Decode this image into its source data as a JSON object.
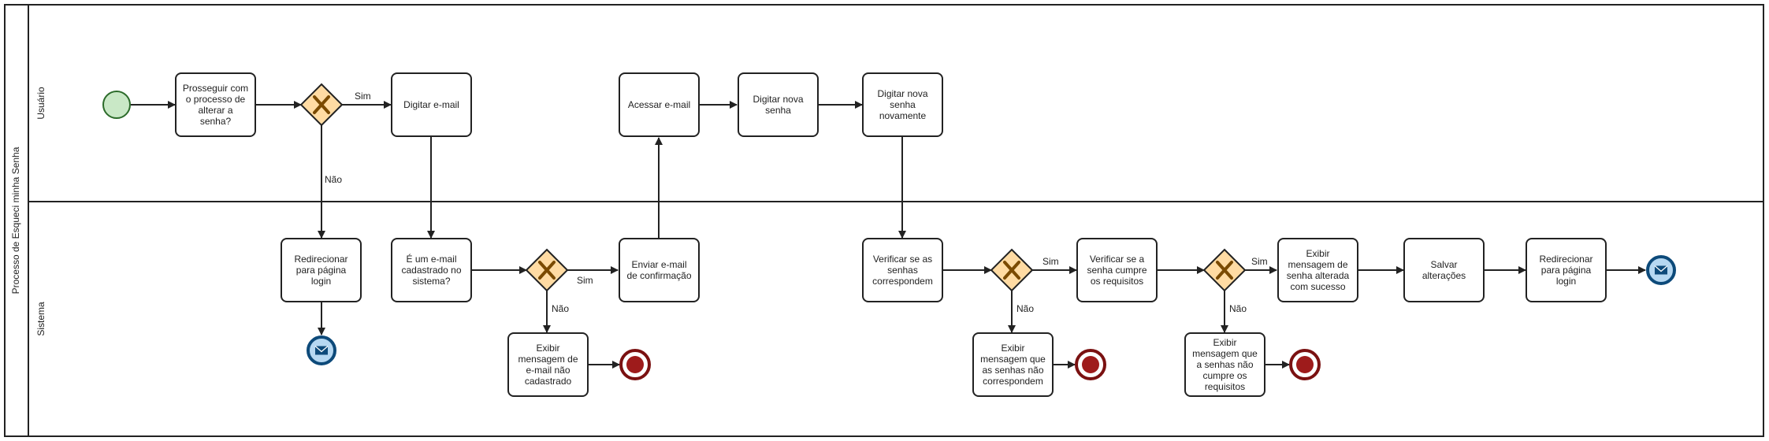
{
  "pool": {
    "label": "Processo de Esqueci minha Senha"
  },
  "lanes": [
    {
      "id": "usuario",
      "label": "Usuário"
    },
    {
      "id": "sistema",
      "label": "Sistema"
    }
  ],
  "tasks": [
    {
      "id": "t1",
      "lines": [
        "Prosseguir com",
        "o processo de",
        "alterar a",
        "senha?"
      ]
    },
    {
      "id": "t2",
      "lines": [
        "Digitar e-mail"
      ]
    },
    {
      "id": "t3",
      "lines": [
        "Acessar e-mail"
      ]
    },
    {
      "id": "t4",
      "lines": [
        "Digitar nova",
        "senha"
      ]
    },
    {
      "id": "t5",
      "lines": [
        "Digitar nova",
        "senha",
        "novamente"
      ]
    },
    {
      "id": "t6",
      "lines": [
        "Redirecionar",
        "para página",
        "login"
      ]
    },
    {
      "id": "t7",
      "lines": [
        "É um e-mail",
        "cadastrado no",
        "sistema?"
      ]
    },
    {
      "id": "t8",
      "lines": [
        "Enviar e-mail",
        "de confirmação"
      ]
    },
    {
      "id": "t9",
      "lines": [
        "Exibir",
        "mensagem de",
        "e-mail não",
        "cadastrado"
      ]
    },
    {
      "id": "t10",
      "lines": [
        "Verificar se as",
        "senhas",
        "correspondem"
      ]
    },
    {
      "id": "t11",
      "lines": [
        "Verificar se a",
        "senha cumpre",
        "os requisitos"
      ]
    },
    {
      "id": "t12",
      "lines": [
        "Exibir",
        "mensagem que",
        "as senhas não",
        "correspondem"
      ]
    },
    {
      "id": "t13",
      "lines": [
        "Exibir",
        "mensagem de",
        "senha alterada",
        "com sucesso"
      ]
    },
    {
      "id": "t14",
      "lines": [
        "Salvar",
        "alterações"
      ]
    },
    {
      "id": "t15",
      "lines": [
        "Redirecionar",
        "para página",
        "login"
      ]
    },
    {
      "id": "t16",
      "lines": [
        "Exibir",
        "mensagem que",
        "a senhas não",
        "cumpre os",
        "requisitos"
      ]
    }
  ],
  "flow_labels": [
    {
      "id": "f1",
      "text": "Sim"
    },
    {
      "id": "f2",
      "text": "Não"
    },
    {
      "id": "f3",
      "text": "Sim"
    },
    {
      "id": "f4",
      "text": "Não"
    },
    {
      "id": "f5",
      "text": "Sim"
    },
    {
      "id": "f6",
      "text": "Não"
    },
    {
      "id": "f7",
      "text": "Sim"
    },
    {
      "id": "f8",
      "text": "Não"
    }
  ],
  "colors": {
    "start_fill": "#c9e8c6",
    "start_stroke": "#2c6b2a",
    "gateway_fill": "#ffdba3",
    "gateway_stroke": "#222222",
    "gateway_mark": "#7a4a00",
    "end_fill": "#9e1b1b",
    "end_stroke": "#7a1111",
    "message_fill": "#b6d8f2",
    "message_stroke": "#0d4a7a"
  }
}
